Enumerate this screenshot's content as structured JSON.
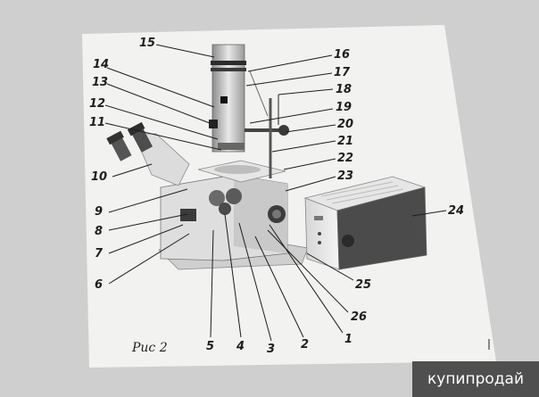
{
  "figure": {
    "caption": "Рис 2",
    "callouts": [
      "1",
      "2",
      "3",
      "4",
      "5",
      "6",
      "7",
      "8",
      "9",
      "10",
      "11",
      "12",
      "13",
      "14",
      "15",
      "16",
      "17",
      "18",
      "19",
      "20",
      "21",
      "22",
      "23",
      "24",
      "25",
      "26"
    ]
  },
  "watermark": "купипродай",
  "colors": {
    "paper": "#f2f2f0",
    "ink": "#1e1e1e",
    "background": "#cfcfcf",
    "banner": "#4f4f4f"
  },
  "icons": [
    "microscope-illustration",
    "light-source-unit-illustration"
  ]
}
